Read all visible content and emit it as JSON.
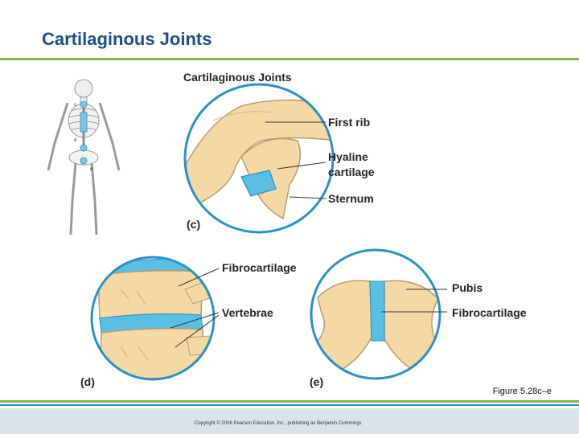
{
  "slide": {
    "title": "Cartilaginous Joints",
    "figure_ref": "Figure 5.28c–e",
    "copyright": "Copyright © 2006 Pearson Education, Inc., publishing as Benjamin Cummings"
  },
  "figure": {
    "heading": "Cartilaginous Joints",
    "panels": {
      "c": {
        "letter": "(c)",
        "labels": {
          "first_rib": "First rib",
          "hyaline": "Hyaline",
          "cartilage": "cartilage",
          "sternum": "Sternum"
        }
      },
      "d": {
        "letter": "(d)",
        "labels": {
          "fibrocartilage": "Fibrocartilage",
          "vertebrae": "Vertebrae"
        }
      },
      "e": {
        "letter": "(e)",
        "labels": {
          "pubis": "Pubis",
          "fibrocartilage": "Fibrocartilage"
        }
      }
    }
  },
  "colors": {
    "title": "#1c4f8a",
    "accent_green": "#7ab648",
    "accent_blue": "#2d8fc4",
    "bone": "#f4d9a6",
    "bone_outline": "#b89a6a",
    "cartilage": "#5bbfe3",
    "circle_outline": "#2d8fc4"
  }
}
